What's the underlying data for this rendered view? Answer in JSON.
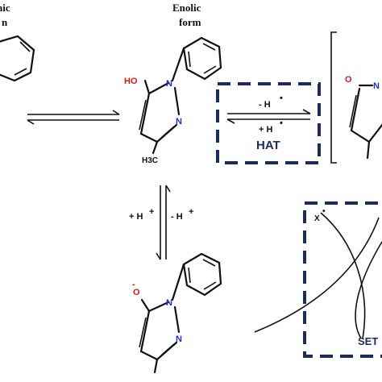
{
  "labels": {
    "keto_top": "nic",
    "keto_bottom": "n",
    "enolic_line1": "Enolic",
    "enolic_line2": "form"
  },
  "atoms": {
    "ho": "HO",
    "n": "N",
    "h3c": "H3C",
    "o_radical": "O",
    "o_anion": "O",
    "x_radical": "X"
  },
  "arrows": {
    "hat_minus": "- H",
    "hat_plus": "+ H",
    "vert_plus": "+ H",
    "vert_minus": "- H",
    "radical_mark": "•",
    "proton_mark": "+",
    "anion_mark": "-"
  },
  "boxes": {
    "hat": "HAT",
    "set": "SET"
  },
  "colors": {
    "nitrogen": "#1d2fd6",
    "oxygen": "#e01414",
    "box": "#1b2e5a"
  }
}
